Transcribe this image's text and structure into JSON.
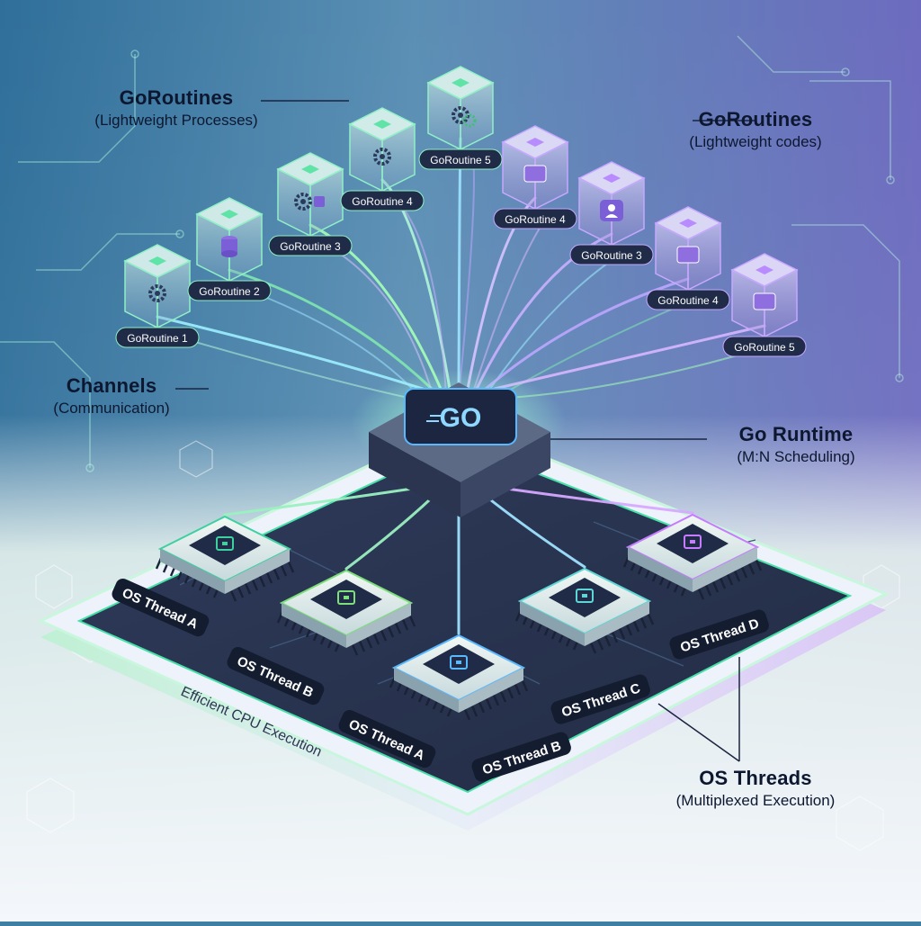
{
  "callouts": {
    "goroutines_left": {
      "title": "GoRoutines",
      "subtitle": "(Lightweight Processes)"
    },
    "goroutines_right": {
      "title": "GoRoutines",
      "subtitle": "(Lightweight codes)"
    },
    "channels": {
      "title": "Channels",
      "subtitle": "(Communication)"
    },
    "runtime": {
      "title": "Go Runtime",
      "subtitle": "(M:N Scheduling)"
    },
    "threads": {
      "title": "OS Threads",
      "subtitle": "(Multiplexed Execution)"
    }
  },
  "runtime_logo": "GO",
  "board_label": "Efficient CPU Execution",
  "goroutines": [
    {
      "label": "GoRoutine 1",
      "icon": "gear-icon"
    },
    {
      "label": "GoRoutine 2",
      "icon": "database-icon"
    },
    {
      "label": "GoRoutine 3",
      "icon": "gear-database-icon"
    },
    {
      "label": "GoRoutine 4",
      "icon": "gear-icon"
    },
    {
      "label": "GoRoutine 5",
      "icon": "gears-icon"
    },
    {
      "label": "GoRoutine 4",
      "icon": "chat-icon"
    },
    {
      "label": "GoRoutine 3",
      "icon": "user-icon"
    },
    {
      "label": "GoRoutine 4",
      "icon": "chat-icon"
    },
    {
      "label": "GoRoutine 5",
      "icon": "mail-icon"
    }
  ],
  "threads": [
    {
      "label": "OS Thread A",
      "accent": "#3fd0a0"
    },
    {
      "label": "OS Thread B",
      "accent": "#7de07a"
    },
    {
      "label": "OS Thread A",
      "accent": "#5ab8ff"
    },
    {
      "label": "OS Thread B",
      "accent": "#5ab8ff"
    },
    {
      "label": "OS Thread C",
      "accent": "#5fd6d6"
    },
    {
      "label": "OS Thread D",
      "accent": "#c77bff"
    }
  ],
  "colors": {
    "green_accent": "#6fe28a",
    "blue_accent": "#5ab8ff",
    "purple_accent": "#b47bff",
    "chip_dark": "#1f2b47",
    "board_dark": "#2a3550"
  }
}
